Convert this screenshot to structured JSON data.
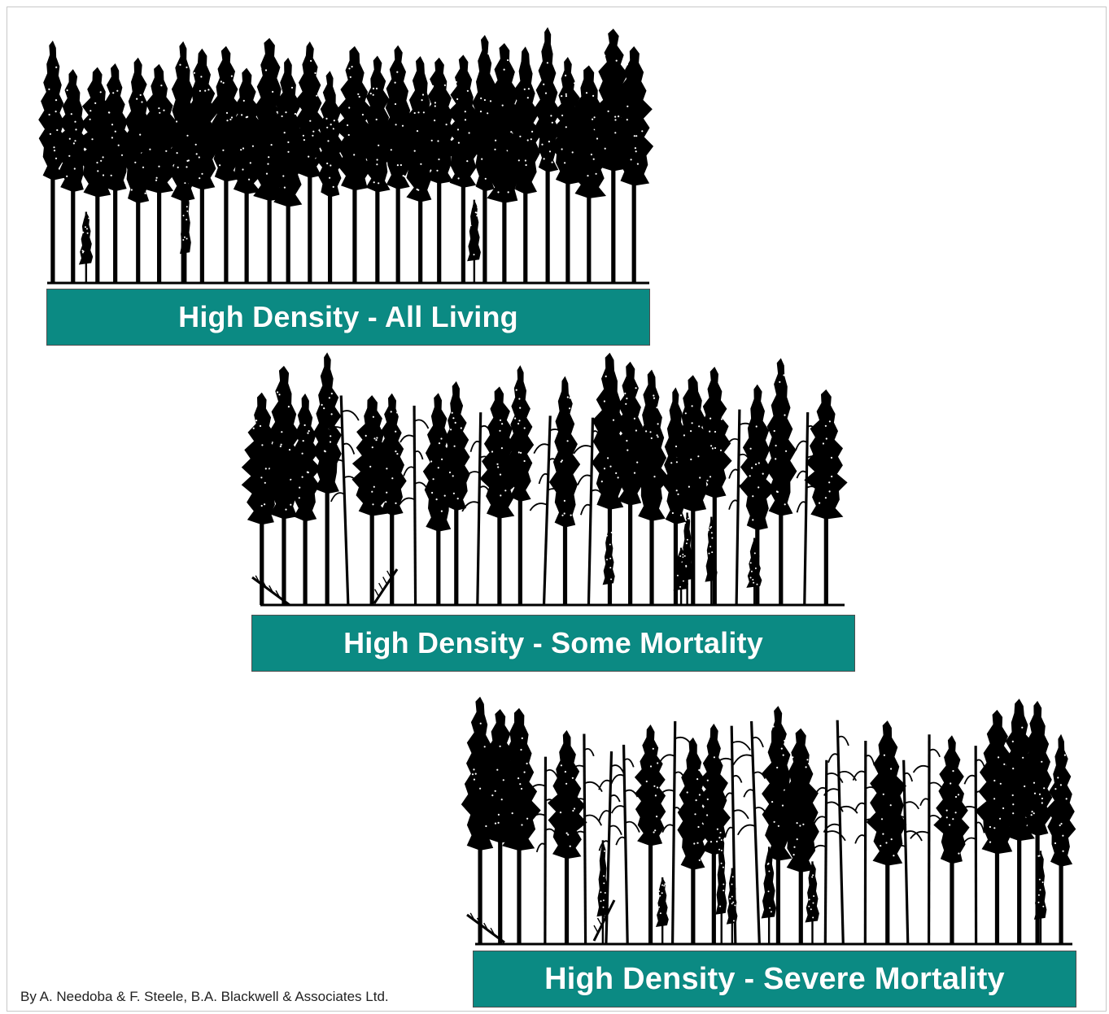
{
  "colors": {
    "banner": "#0b8a83",
    "trees": "#000000",
    "background": "#ffffff"
  },
  "panels": [
    {
      "label": "High Density - All Living",
      "state": "living"
    },
    {
      "label": "High Density - Some Mortality",
      "state": "some-mortality"
    },
    {
      "label": "High Density - Severe Mortality",
      "state": "severe-mortality"
    }
  ],
  "credit": "By A. Needoba & F. Steele, B.A. Blackwell & Associates Ltd."
}
